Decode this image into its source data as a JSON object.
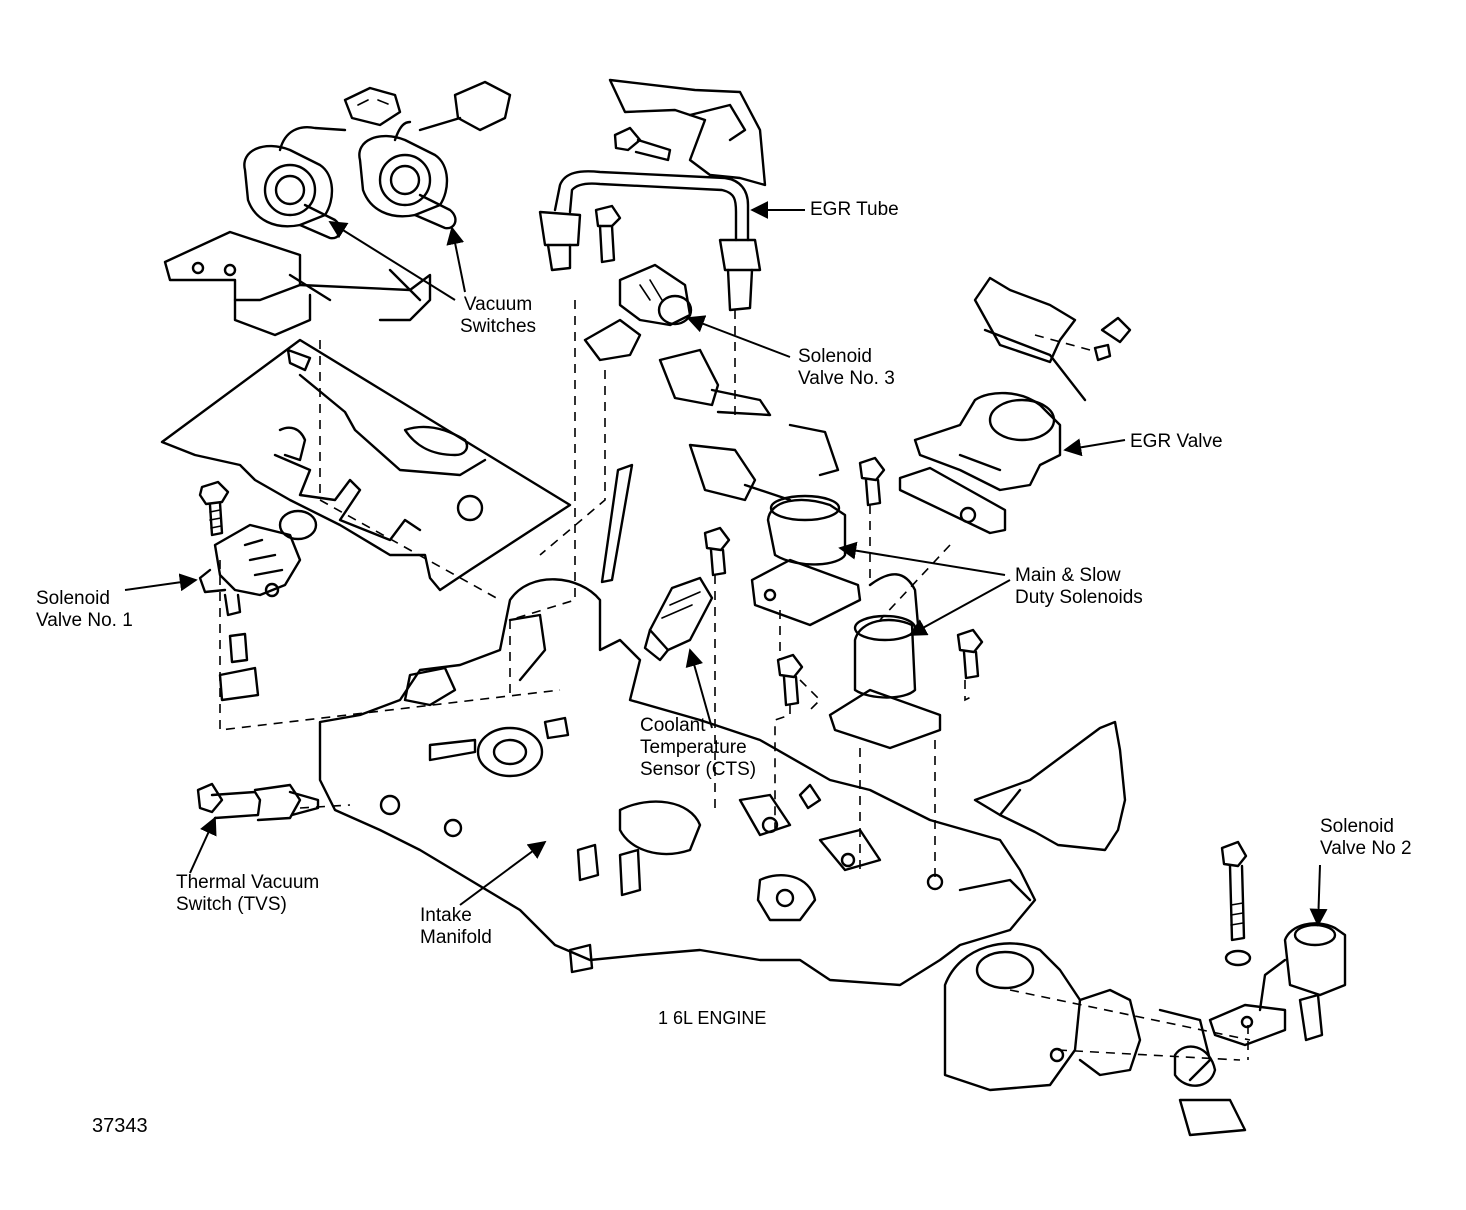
{
  "labels": {
    "egr_tube": "EGR Tube",
    "vacuum_switches": [
      "Vacuum",
      "Switches"
    ],
    "solenoid_valve_3": [
      "Solenoid",
      "Valve No. 3"
    ],
    "egr_valve": "EGR Valve",
    "main_slow": [
      "Main & Slow",
      "Duty Solenoids"
    ],
    "solenoid_valve_1": [
      "Solenoid",
      "Valve No. 1"
    ],
    "cts": [
      "Coolant",
      "Temperature",
      "Sensor (CTS)"
    ],
    "solenoid_valve_2": [
      "Solenoid",
      "Valve No 2"
    ],
    "tvs": [
      "Thermal Vacuum",
      "Switch (TVS)"
    ],
    "intake_manifold": [
      "Intake",
      "Manifold"
    ],
    "engine": "1 6L ENGINE",
    "figure_number": "37343"
  },
  "colors": {
    "ink": "#000000",
    "paper": "#ffffff"
  }
}
